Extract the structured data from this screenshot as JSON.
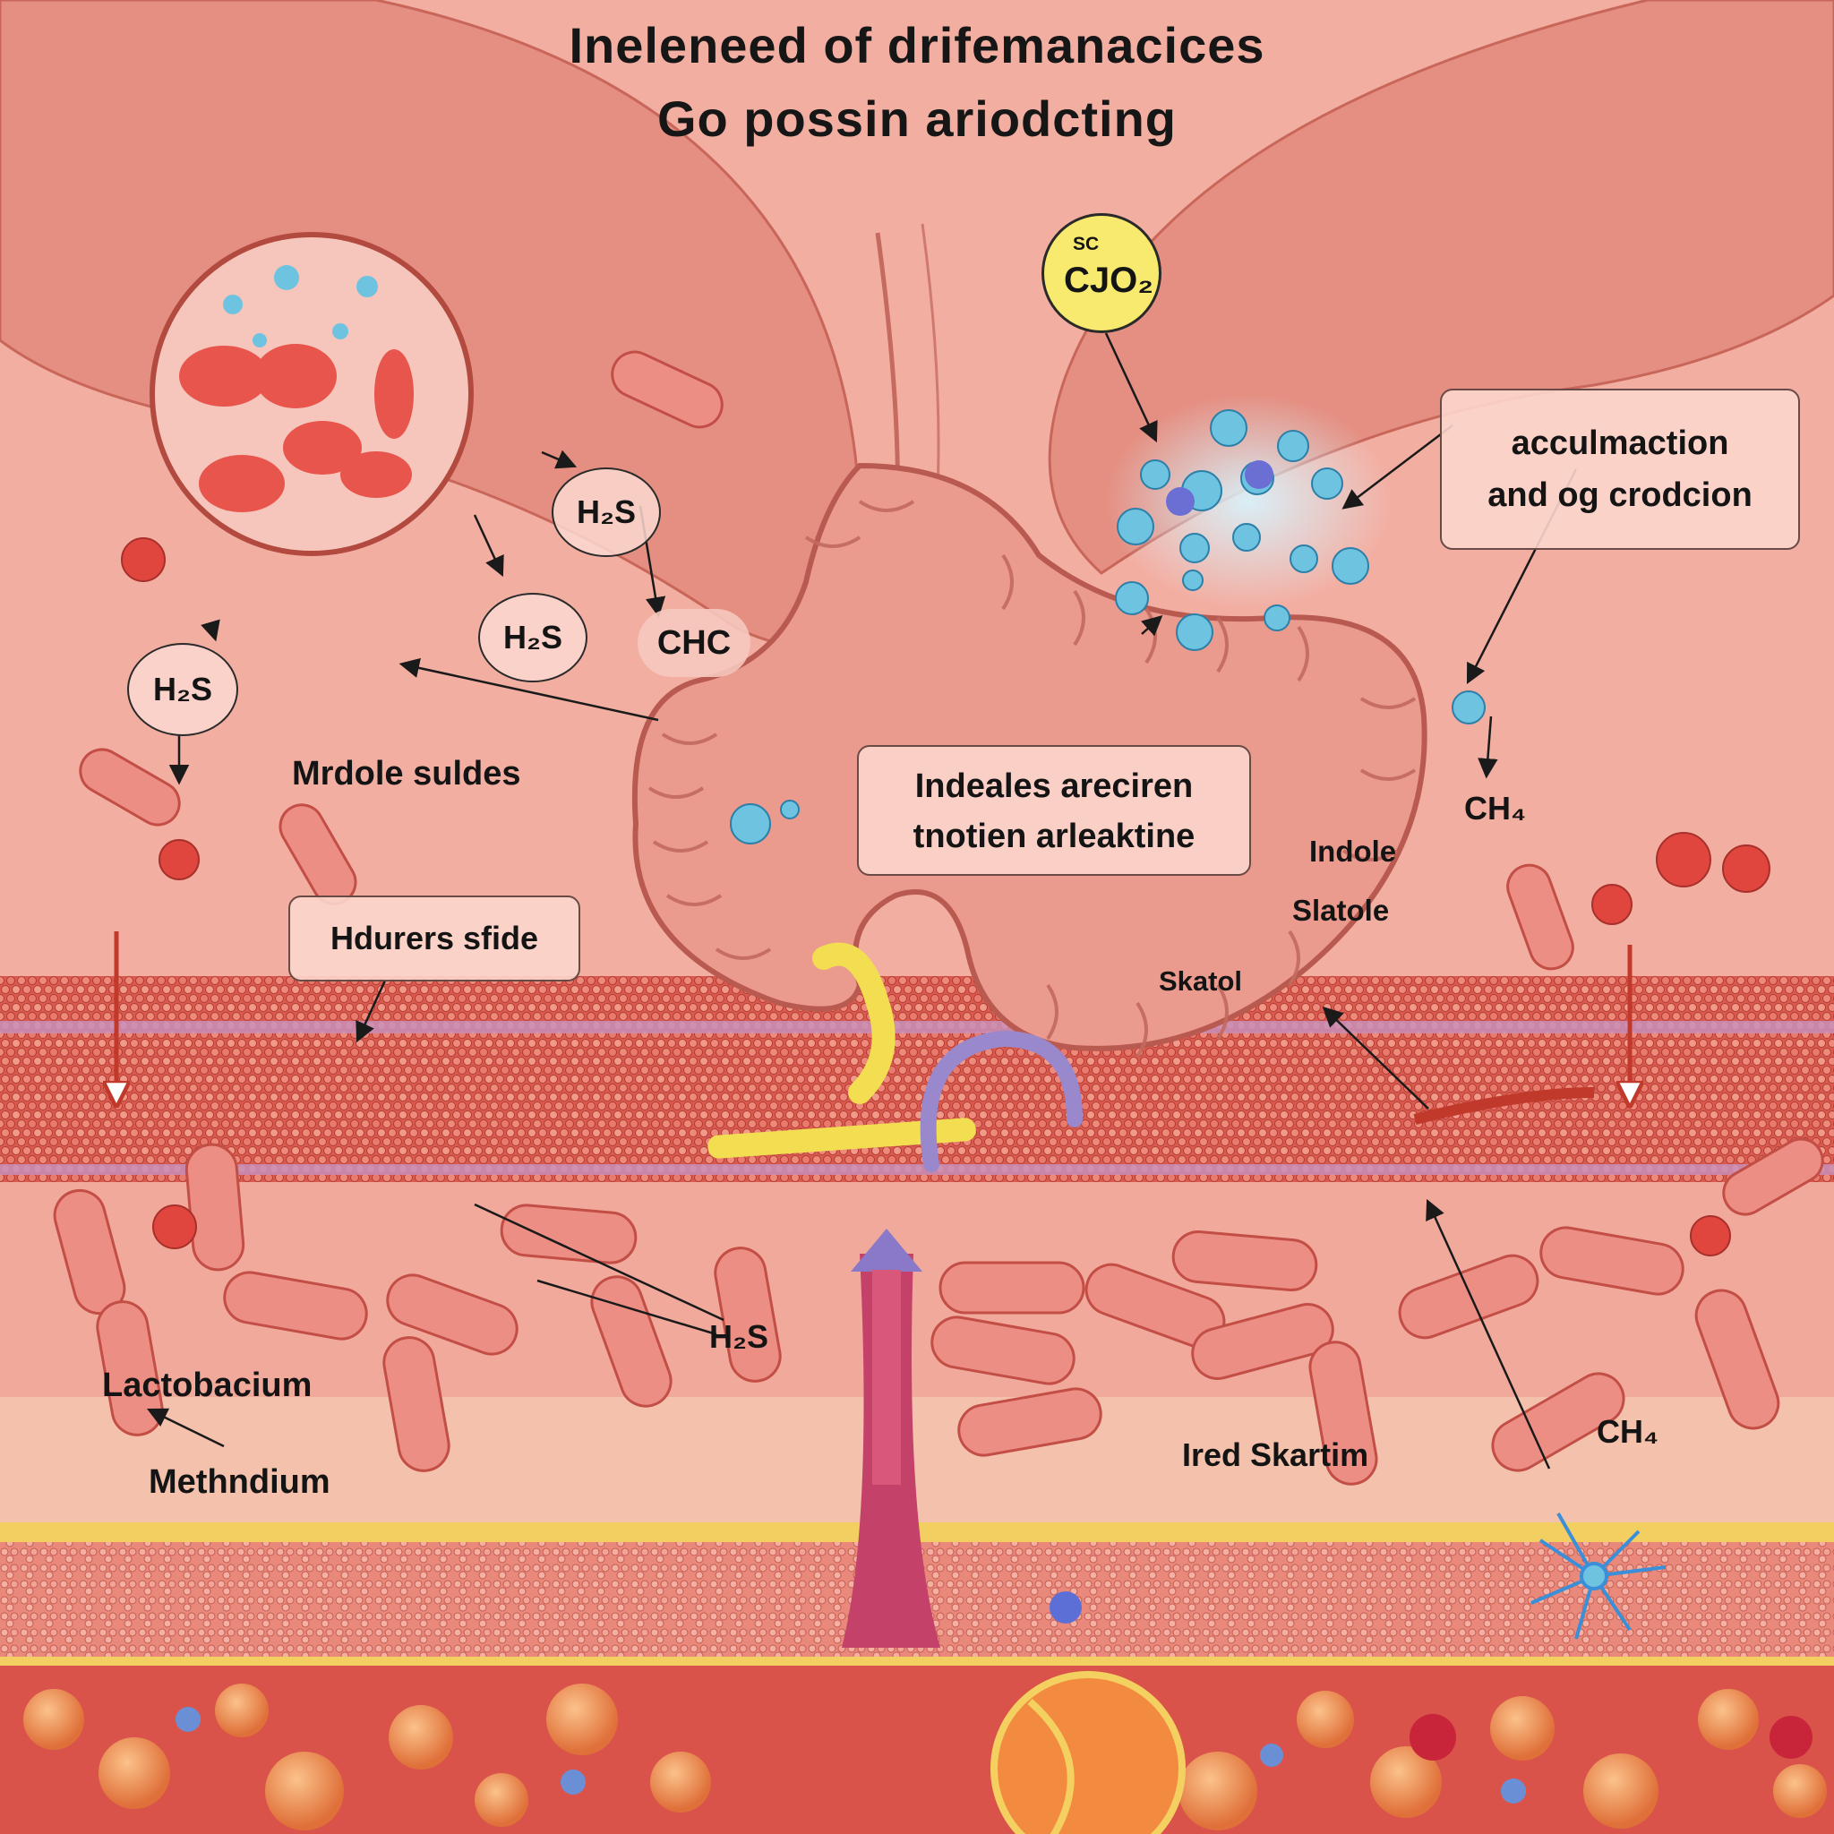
{
  "title": {
    "line1": "Ineleneed of drifemanacices",
    "line2": "Go possin ariodcting"
  },
  "labels": {
    "co2_small": "SC",
    "co2_main": "CJO₂",
    "h2s_bubble_1": "H₂S",
    "h2s_bubble_2": "H₂S",
    "h2s_bubble_3": "H₂S",
    "chc": "CHC",
    "mrdole": "Mrdole suldes",
    "hdurers_box": "Hdurers sfide",
    "accum_line1": "acculmaction",
    "accum_line2": "and og crodcion",
    "indeales_line1": "Indeales areciren",
    "indeales_line2": "tnotien arleaktine",
    "ch4_upper": "CH₄",
    "indole": "Indole",
    "slatole": "Slatole",
    "skatol": "Skatol",
    "h2s_lower": "H₂S",
    "lactobacium": "Lactobacium",
    "methndium": "Methndium",
    "ired_skartim": "Ired Skartim",
    "ch4_lower": "CH₄"
  },
  "colors": {
    "tissue": "#f2b2a6",
    "intestine": "#eb9a8e",
    "blood_vessel": "#c8443c",
    "gas_bubble": "#6ec4e0",
    "co2_marker": "#f7ea6e",
    "fat_layer": "#f2cf60"
  }
}
